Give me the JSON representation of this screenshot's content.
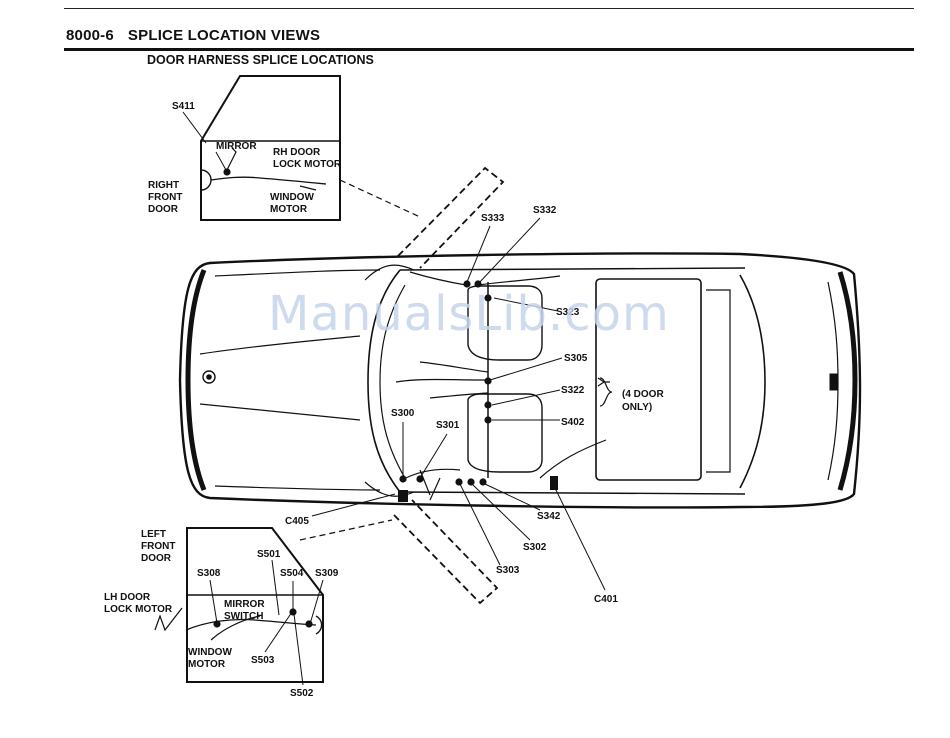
{
  "page": {
    "section_number": "8000-6",
    "section_title": "SPLICE LOCATION VIEWS",
    "subtitle": "DOOR HARNESS SPLICE LOCATIONS",
    "watermark": "ManualsLib.com"
  },
  "inset_right_door": {
    "labels": {
      "s411": "S411",
      "mirror": "MIRROR",
      "rh_lock_1": "RH DOOR",
      "rh_lock_2": "LOCK MOTOR",
      "door_1": "RIGHT",
      "door_2": "FRONT",
      "door_3": "DOOR",
      "window_1": "WINDOW",
      "window_2": "MOTOR"
    }
  },
  "inset_left_door": {
    "labels": {
      "door_1": "LEFT",
      "door_2": "FRONT",
      "door_3": "DOOR",
      "s308": "S308",
      "s501": "S501",
      "s504": "S504",
      "s309": "S309",
      "lh_lock_1": "LH DOOR",
      "lh_lock_2": "LOCK MOTOR",
      "mirror_1": "MIRROR",
      "mirror_2": "SWITCH",
      "window_1": "WINDOW",
      "window_2": "MOTOR",
      "s503": "S503",
      "s502": "S502"
    }
  },
  "vehicle_callouts": {
    "s333": "S333",
    "s332": "S332",
    "s323": "S323",
    "s305": "S305",
    "s322": "S322",
    "s402": "S402",
    "four_door_1": "(4 DOOR",
    "four_door_2": "ONLY)",
    "s300": "S300",
    "s301": "S301",
    "c405": "C405",
    "s342": "S342",
    "s302": "S302",
    "s303": "S303",
    "c401": "C401"
  }
}
